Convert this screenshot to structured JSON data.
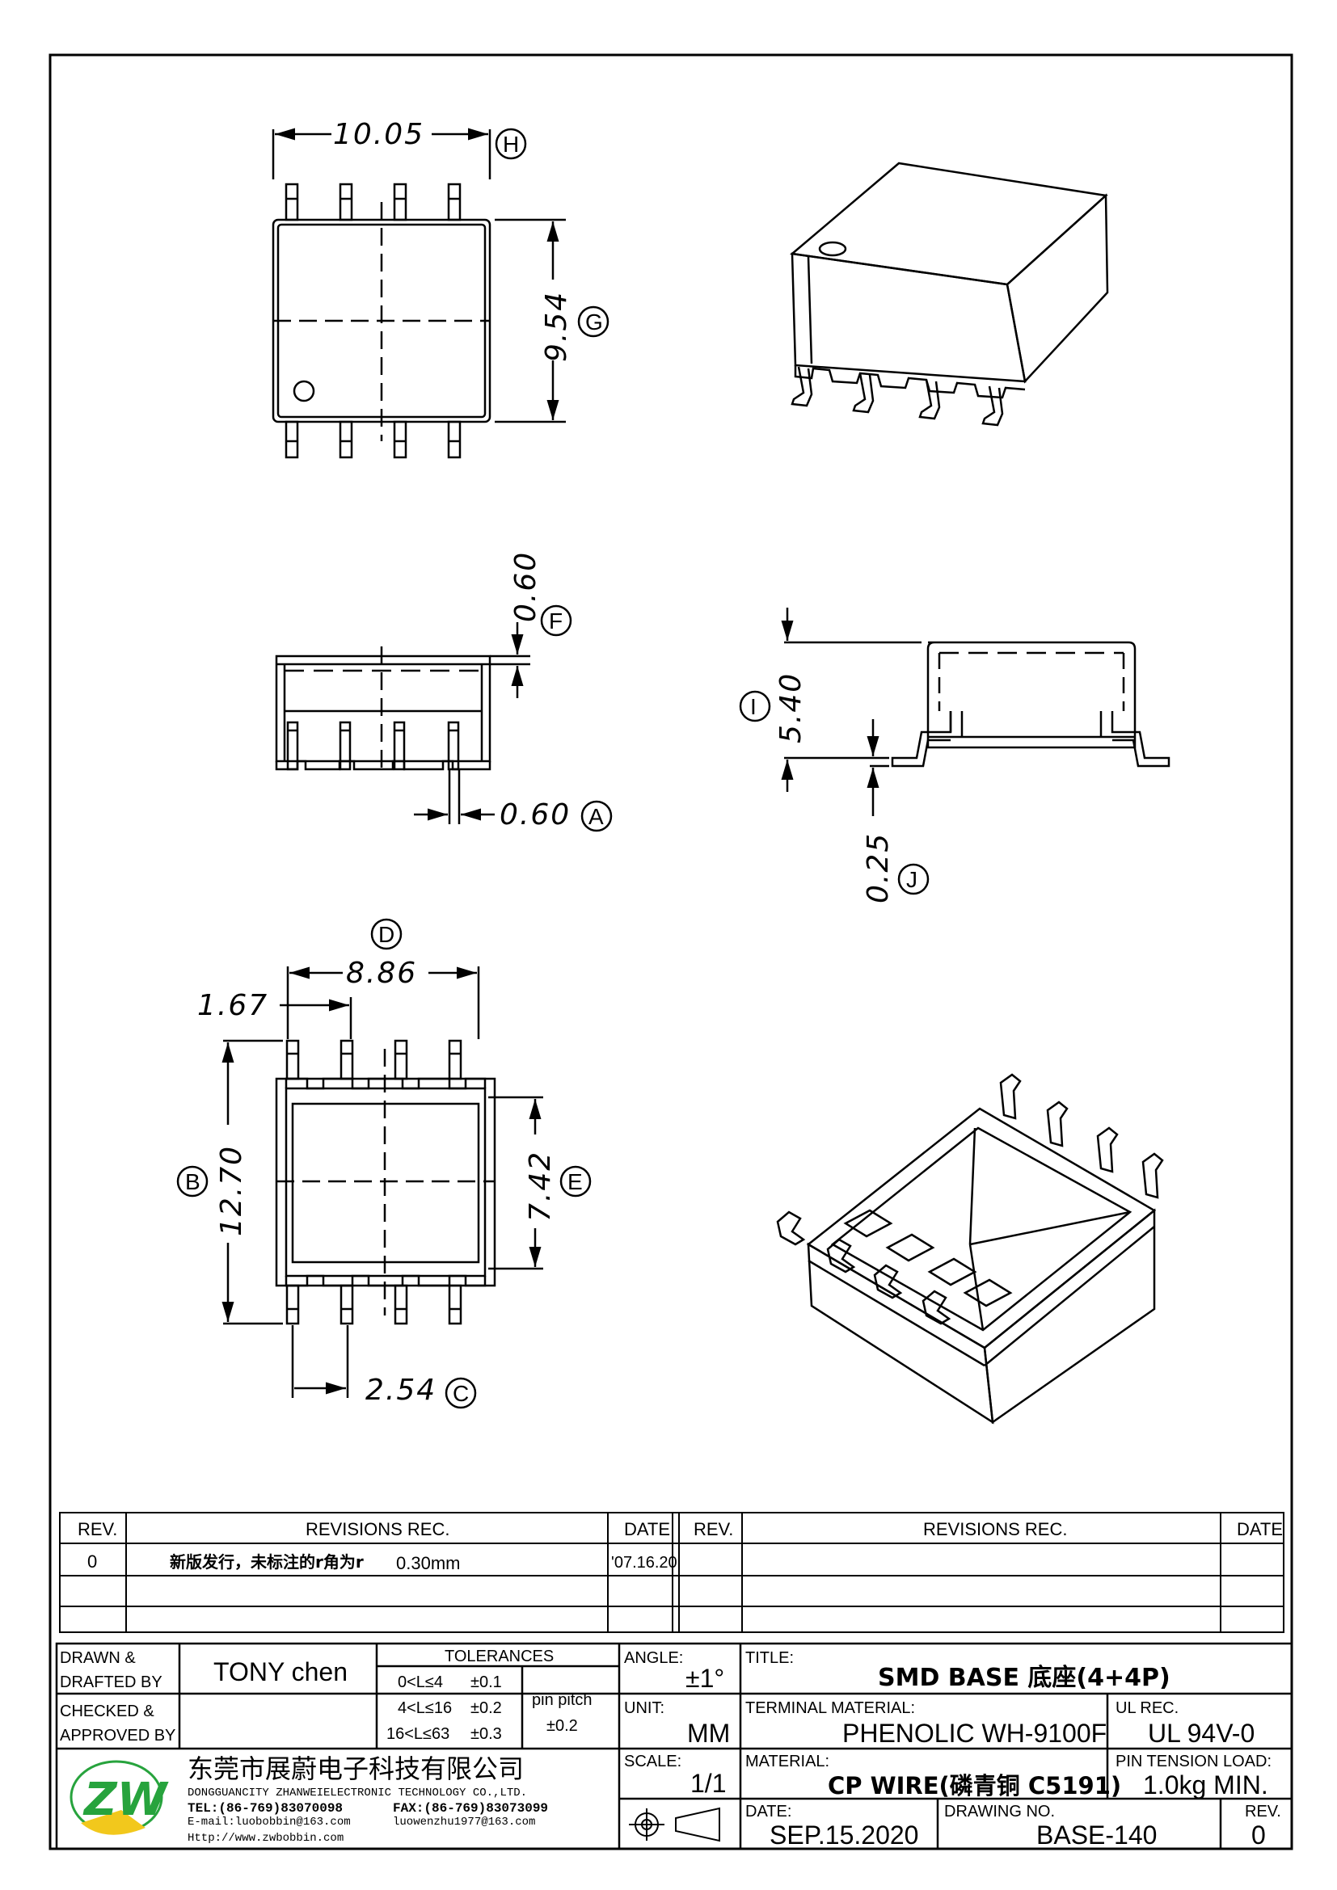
{
  "dimensions": {
    "H": {
      "letter": "H",
      "value": "10.05"
    },
    "G": {
      "letter": "G",
      "value": "9.54"
    },
    "F": {
      "letter": "F",
      "value": "0.60"
    },
    "A": {
      "letter": "A",
      "value": "0.60"
    },
    "I": {
      "letter": "I",
      "value": "5.40"
    },
    "J": {
      "letter": "J",
      "value": "0.25"
    },
    "D": {
      "letter": "D",
      "value": "8.86"
    },
    "pitch_offset": {
      "value": "1.67"
    },
    "B": {
      "letter": "B",
      "value": "12.70"
    },
    "E": {
      "letter": "E",
      "value": "7.42"
    },
    "C": {
      "letter": "C",
      "value": "2.54"
    }
  },
  "revisions": {
    "headers": {
      "rev": "REV.",
      "revisions": "REVISIONS   REC.",
      "date": "DATE"
    },
    "rows": [
      {
        "rev": "0",
        "text_cn": "新版发行，未标注的r角为r",
        "text_val": "0.30mm",
        "date": "'07.16.20"
      }
    ]
  },
  "title_block": {
    "drawn_label_1": "DRAWN &",
    "drawn_label_2": "DRAFTED  BY",
    "drawn_value": "TONY  chen",
    "checked_label_1": "CHECKED &",
    "checked_label_2": "APPROVED  BY",
    "tolerances_label": "TOLERANCES",
    "tolerances": [
      {
        "range": "0<L≤4",
        "value": "±0.1"
      },
      {
        "range": "4<L≤16",
        "value": "±0.2"
      },
      {
        "range": "16<L≤63",
        "value": "±0.3"
      }
    ],
    "pin_pitch_label": "pin pitch",
    "pin_pitch_value": "±0.2",
    "angle_label": "ANGLE:",
    "angle_value": "±1°",
    "unit_label": "UNIT:",
    "unit_value": "MM",
    "scale_label": "SCALE:",
    "scale_value": "1/1",
    "title_label": "TITLE:",
    "title_value": "SMD  BASE 底座(4+4P)",
    "terminal_label": "TERMINAL  MATERIAL:",
    "terminal_value": "PHENOLIC  WH-9100F",
    "ul_label": "UL  REC.",
    "ul_value": "UL  94V-0",
    "material_label": "MATERIAL:",
    "material_value": "CP WIRE(磷青铜 C5191)",
    "pin_tension_label": "PIN  TENSION  LOAD:",
    "pin_tension_value": "1.0kg  MIN.",
    "date_label": "DATE:",
    "date_value": "SEP.15.2020",
    "drawing_no_label": "DRAWING  NO.",
    "drawing_no_value": "BASE-140",
    "rev_label": "REV.",
    "rev_value": "0"
  },
  "company": {
    "name_cn": "东莞市展蔚电子科技有限公司",
    "name_en": "DONGGUANCITY  ZHANWEIELECTRONIC  TECHNOLOGY  CO.,LTD.",
    "tel": "TEL:(86-769)83070098",
    "fax": "FAX:(86-769)83073099",
    "email1": "E-mail:luobobbin@163.com",
    "email2": "luowenzhu1977@163.com",
    "web": "Http://www.zwbobbin.com",
    "logo_colors": {
      "green": "#27a33d",
      "yellow": "#f2c81c"
    }
  }
}
